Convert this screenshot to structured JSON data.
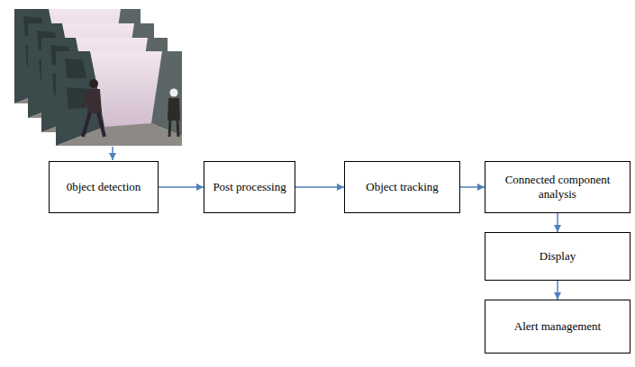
{
  "diagram": {
    "nodes": [
      {
        "text": [
          "0bject detection"
        ]
      },
      {
        "text": [
          "Post processing"
        ]
      },
      {
        "text": [
          "Object tracking"
        ]
      },
      {
        "text": [
          "Connected component analysis"
        ]
      },
      {
        "text": [
          "Display"
        ]
      },
      {
        "text": [
          "Alert management"
        ]
      }
    ],
    "edges": [
      {
        "from": 0,
        "to": 1,
        "arrow": "to"
      },
      {
        "from": 1,
        "to": 2,
        "arrow": "to"
      },
      {
        "from": 2,
        "to": 3,
        "arrow": "to"
      },
      {
        "from": 3,
        "to": 4,
        "arrow": "to"
      },
      {
        "from": 4,
        "to": 5,
        "arrow": "to"
      }
    ]
  }
}
